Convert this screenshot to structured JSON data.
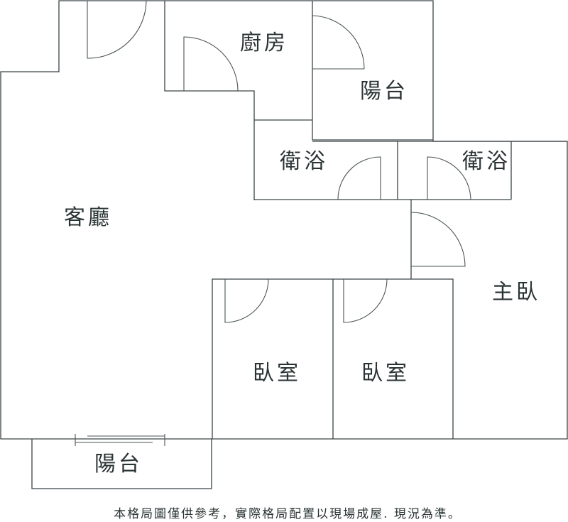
{
  "rooms": {
    "kitchen": "廚房",
    "balcony_upper": "陽台",
    "bathroom_1": "衛浴",
    "bathroom_2": "衛浴",
    "living_room": "客廳",
    "master_bedroom": "主臥",
    "bedroom_1": "臥室",
    "bedroom_2": "臥室",
    "balcony_lower": "陽台"
  },
  "caption": "本格局圖僅供參考，實際格局配置以現場成屋. 現況為準。",
  "colors": {
    "line": "#3a4446",
    "text": "#2a3334",
    "background": "#ffffff"
  }
}
